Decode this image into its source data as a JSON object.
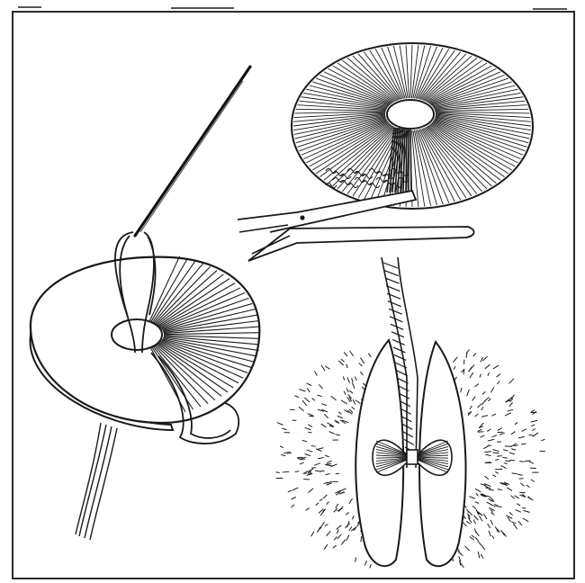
{
  "figure": {
    "panels": [
      {
        "id": "wrapping-on-disc",
        "description_text": ""
      },
      {
        "id": "clipped-pompom",
        "description_text": ""
      },
      {
        "id": "tied-pompom-section",
        "description_text": ""
      }
    ]
  },
  "colors": {
    "ink": "#1a1a1a",
    "paper": "#ffffff",
    "frame": "#2a2a2a"
  },
  "icons": [
    "needle-icon",
    "scissors-icon",
    "cardboard-disc-icon",
    "pompom-icon",
    "tie-cord-icon"
  ]
}
